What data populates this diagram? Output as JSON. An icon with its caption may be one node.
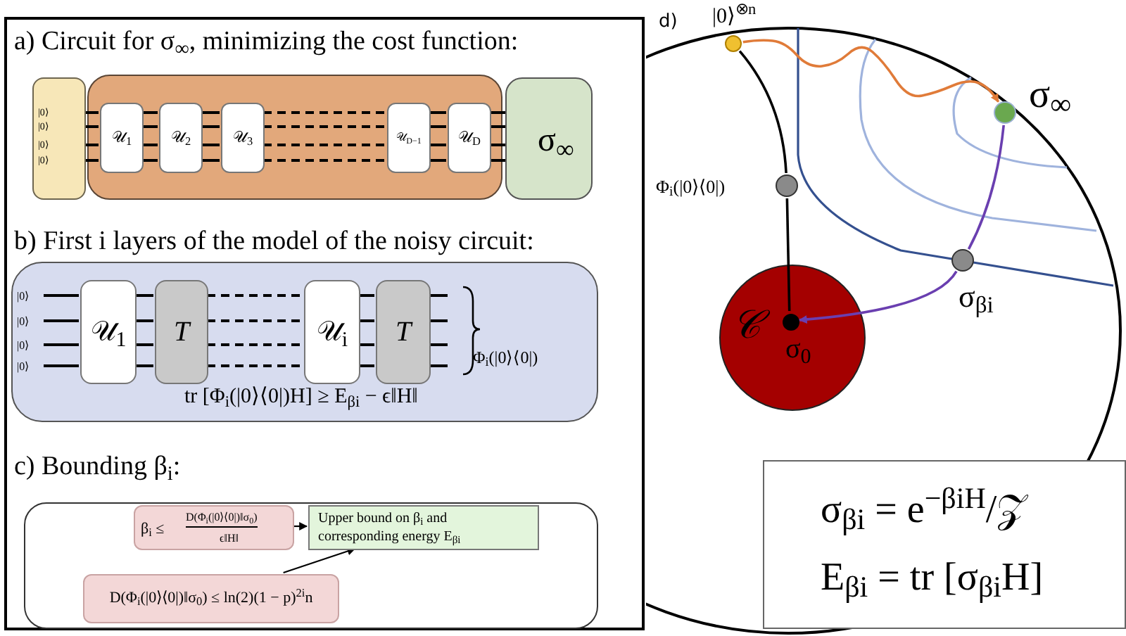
{
  "diagram": {
    "nodes": [
      {
        "text": [
          "|0⟩",
          "|0⟩",
          "|0⟩",
          "|0⟩"
        ]
      },
      {
        "text": [],
        "shape": "box"
      },
      {
        "text": [
          "𝒰$_{1}$"
        ],
        "in": 1
      },
      {
        "text": [
          "𝒰$_{2}$"
        ],
        "in": 1
      },
      {
        "text": [
          "𝒰$_{3}$"
        ],
        "in": 1
      },
      {
        "text": [
          "𝒰$_{D−1}$"
        ],
        "in": 1
      },
      {
        "text": [
          "𝒰$_{D}$"
        ],
        "in": 1
      },
      {
        "text": [
          "σ$_{∞}$"
        ]
      },
      {
        "text": [
          "|0⟩",
          "|0⟩",
          "|0⟩",
          "|0⟩",
          "Φ$_{i}$(|0⟩⟨0|)",
          "tr [Φ$_{i}$(|0⟩⟨0|)H] ≥ E$_{βi}$ − ϵ‖H‖"
        ]
      },
      {
        "text": [
          "𝒰$_{1}$"
        ],
        "in": 8
      },
      {
        "text": [
          "T"
        ],
        "in": 8
      },
      {
        "text": [
          "𝒰$_{i}$"
        ],
        "in": 8
      },
      {
        "text": [
          "T"
        ],
        "in": 8
      },
      {
        "text": [],
        "shape": "box"
      },
      {
        "text": [
          "β$_{i}$ ≤",
          "D(Φ$_{i}$(|0⟩⟨0|)‖σ$_{0}$)",
          "ϵ‖H‖"
        ],
        "in": 13
      },
      {
        "text": [
          "Upper bound on β$_{i}$ and corresponding energy E$_{βi}$"
        ],
        "in": 13
      },
      {
        "text": [
          "D(Φ$_{i}$(|0⟩⟨0|)‖σ$_{0}$) ≤ ln(2)(1 − p)$^{2i}$n"
        ],
        "in": 13
      },
      {
        "text": [],
        "shape": "circle",
        "beside": [
          "|0⟩$^{⊗n}$"
        ]
      },
      {
        "text": [],
        "shape": "circle",
        "beside": [
          "Φ$_{i}$(|0⟩⟨0|)"
        ]
      },
      {
        "text": [
          "𝒞"
        ]
      },
      {
        "text": [],
        "shape": "circle",
        "in": 19,
        "beside": [
          "σ$_{0}$"
        ]
      },
      {
        "text": [],
        "shape": "circle",
        "beside": [
          "σ$_{βi}$"
        ]
      },
      {
        "text": [],
        "shape": "circle",
        "beside": [
          "σ$_{∞}$"
        ]
      },
      {
        "text": [
          "σ$_{βi}$ = e$^{−βiH}$/𝒵",
          "E$_{βi}$ = tr [σ$_{βi}$H]"
        ]
      }
    ],
    "edges": [
      {
        "from": 14,
        "to": 15,
        "arrow": "to"
      },
      {
        "from": 16,
        "to": 15,
        "arrow": "to"
      },
      {
        "from": 17,
        "to": 18,
        "arrow": "none"
      },
      {
        "from": 18,
        "to": 20,
        "arrow": "none"
      },
      {
        "from": 17,
        "to": 22,
        "arrow": "to",
        "color": "#e07b39"
      },
      {
        "from": 22,
        "to": 21,
        "arrow": "none",
        "color": "#6a3fb0"
      },
      {
        "from": 21,
        "to": 20,
        "arrow": "to",
        "color": "#6a3fb0"
      },
      {
        "from": 0,
        "to": 2,
        "arrow": "none"
      },
      {
        "from": 0,
        "to": 2,
        "arrow": "none"
      },
      {
        "from": 0,
        "to": 2,
        "arrow": "none"
      },
      {
        "from": 0,
        "to": 2,
        "arrow": "none"
      },
      {
        "from": 2,
        "to": 3,
        "arrow": "none"
      },
      {
        "from": 2,
        "to": 3,
        "arrow": "none"
      },
      {
        "from": 2,
        "to": 3,
        "arrow": "none"
      },
      {
        "from": 2,
        "to": 3,
        "arrow": "none"
      },
      {
        "from": 3,
        "to": 4,
        "arrow": "none"
      },
      {
        "from": 3,
        "to": 4,
        "arrow": "none"
      },
      {
        "from": 3,
        "to": 4,
        "arrow": "none"
      },
      {
        "from": 3,
        "to": 4,
        "arrow": "none"
      },
      {
        "from": 4,
        "to": 5,
        "arrow": "none",
        "style": "dashed"
      },
      {
        "from": 4,
        "to": 5,
        "arrow": "none",
        "style": "dashed"
      },
      {
        "from": 4,
        "to": 5,
        "arrow": "none",
        "style": "dashed"
      },
      {
        "from": 4,
        "to": 5,
        "arrow": "none",
        "style": "dashed"
      },
      {
        "from": 5,
        "to": 6,
        "arrow": "none"
      },
      {
        "from": 5,
        "to": 6,
        "arrow": "none"
      },
      {
        "from": 5,
        "to": 6,
        "arrow": "none"
      },
      {
        "from": 5,
        "to": 6,
        "arrow": "none"
      },
      {
        "from": 6,
        "to": 7,
        "arrow": "none"
      },
      {
        "from": 6,
        "to": 7,
        "arrow": "none"
      },
      {
        "from": 6,
        "to": 7,
        "arrow": "none"
      },
      {
        "from": 6,
        "to": 7,
        "arrow": "none"
      },
      {
        "from": null,
        "to": 9,
        "arrow": "none"
      },
      {
        "from": null,
        "to": 9,
        "arrow": "none"
      },
      {
        "from": null,
        "to": 9,
        "arrow": "none"
      },
      {
        "from": null,
        "to": 9,
        "arrow": "none"
      },
      {
        "from": 9,
        "to": 10,
        "arrow": "none"
      },
      {
        "from": 9,
        "to": 10,
        "arrow": "none"
      },
      {
        "from": 9,
        "to": 10,
        "arrow": "none"
      },
      {
        "from": 9,
        "to": 10,
        "arrow": "none"
      },
      {
        "from": 10,
        "to": 11,
        "arrow": "none",
        "style": "dashed"
      },
      {
        "from": 10,
        "to": 11,
        "arrow": "none",
        "style": "dashed"
      },
      {
        "from": 10,
        "to": 11,
        "arrow": "none",
        "style": "dashed"
      },
      {
        "from": 10,
        "to": 11,
        "arrow": "none",
        "style": "dashed"
      },
      {
        "from": 11,
        "to": 12,
        "arrow": "none"
      },
      {
        "from": 11,
        "to": 12,
        "arrow": "none"
      },
      {
        "from": 11,
        "to": 12,
        "arrow": "none"
      },
      {
        "from": 11,
        "to": 12,
        "arrow": "none"
      },
      {
        "from": 12,
        "to": null,
        "arrow": "none"
      },
      {
        "from": 12,
        "to": null,
        "arrow": "none"
      },
      {
        "from": 12,
        "to": null,
        "arrow": "none"
      },
      {
        "from": 12,
        "to": null,
        "arrow": "none"
      }
    ],
    "labels": [
      "a) Circuit for σ$_{∞}$, minimizing the cost function:",
      "b) First i layers of the model of the noisy circuit:",
      "c) Bounding β$_{i}$:",
      "d)"
    ]
  }
}
